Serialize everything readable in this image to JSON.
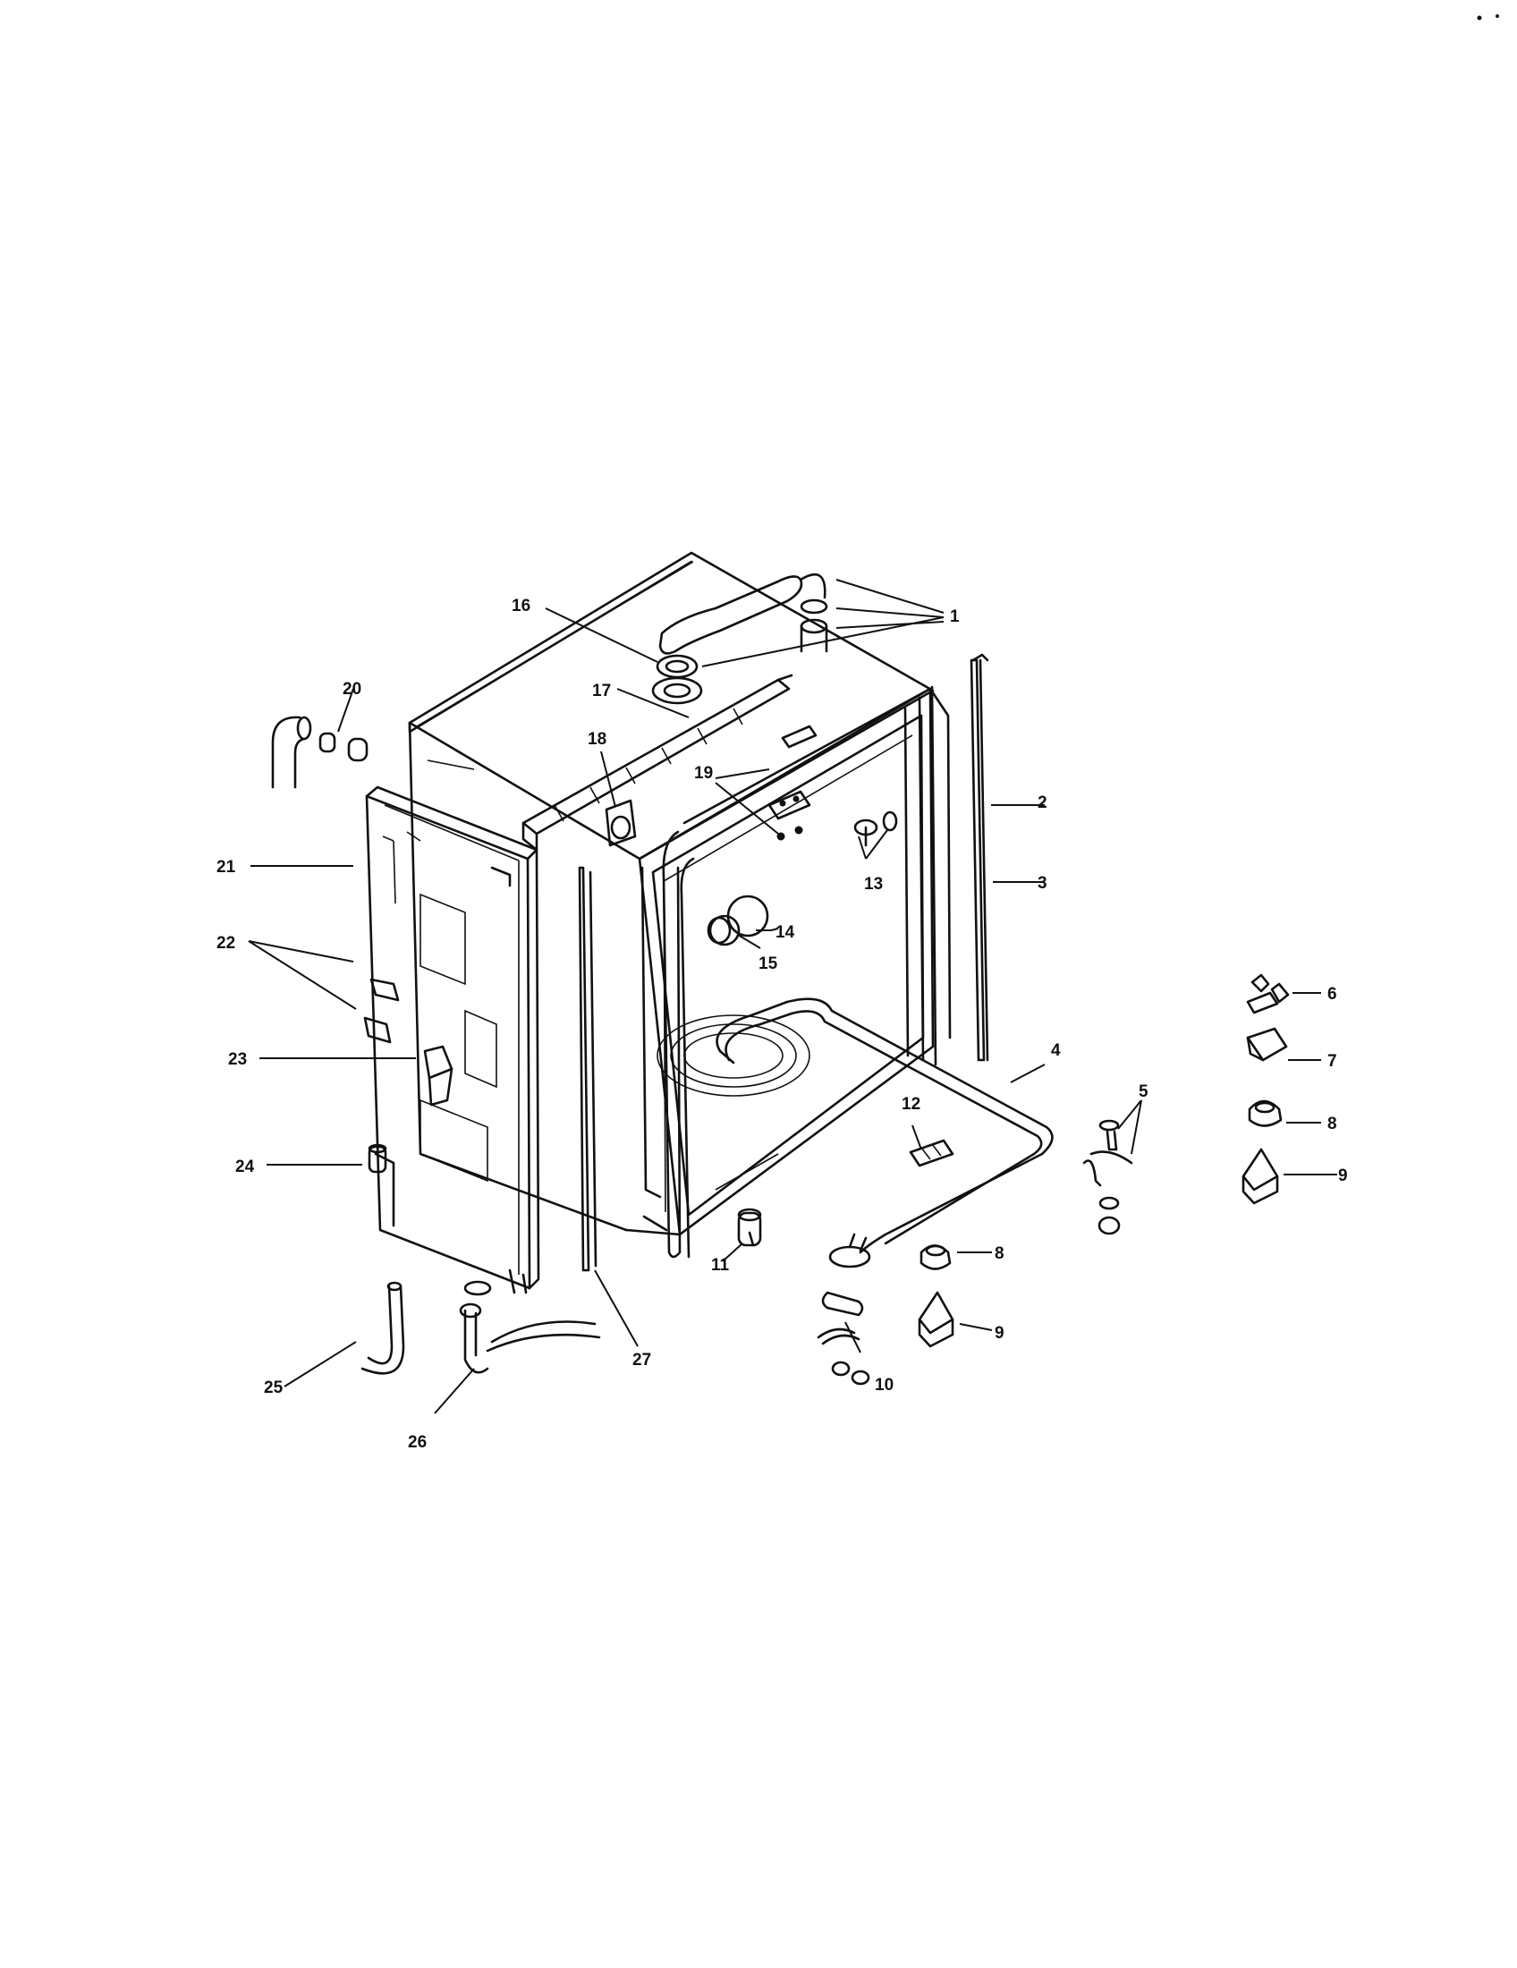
{
  "diagram": {
    "callouts": [
      {
        "id": "c1",
        "label": "1"
      },
      {
        "id": "c2",
        "label": "2"
      },
      {
        "id": "c3",
        "label": "3"
      },
      {
        "id": "c4",
        "label": "4"
      },
      {
        "id": "c5",
        "label": "5"
      },
      {
        "id": "c6",
        "label": "6"
      },
      {
        "id": "c7",
        "label": "7"
      },
      {
        "id": "c8a",
        "label": "8"
      },
      {
        "id": "c8b",
        "label": "8"
      },
      {
        "id": "c9a",
        "label": "9"
      },
      {
        "id": "c9b",
        "label": "9"
      },
      {
        "id": "c10",
        "label": "10"
      },
      {
        "id": "c11",
        "label": "11"
      },
      {
        "id": "c12",
        "label": "12"
      },
      {
        "id": "c13",
        "label": "13"
      },
      {
        "id": "c14",
        "label": "14"
      },
      {
        "id": "c15",
        "label": "15"
      },
      {
        "id": "c16",
        "label": "16"
      },
      {
        "id": "c17",
        "label": "17"
      },
      {
        "id": "c18",
        "label": "18"
      },
      {
        "id": "c19",
        "label": "19"
      },
      {
        "id": "c20",
        "label": "20"
      },
      {
        "id": "c21",
        "label": "21"
      },
      {
        "id": "c22",
        "label": "22"
      },
      {
        "id": "c23",
        "label": "23"
      },
      {
        "id": "c24",
        "label": "24"
      },
      {
        "id": "c25",
        "label": "25"
      },
      {
        "id": "c26",
        "label": "26"
      },
      {
        "id": "c27",
        "label": "27"
      }
    ]
  }
}
